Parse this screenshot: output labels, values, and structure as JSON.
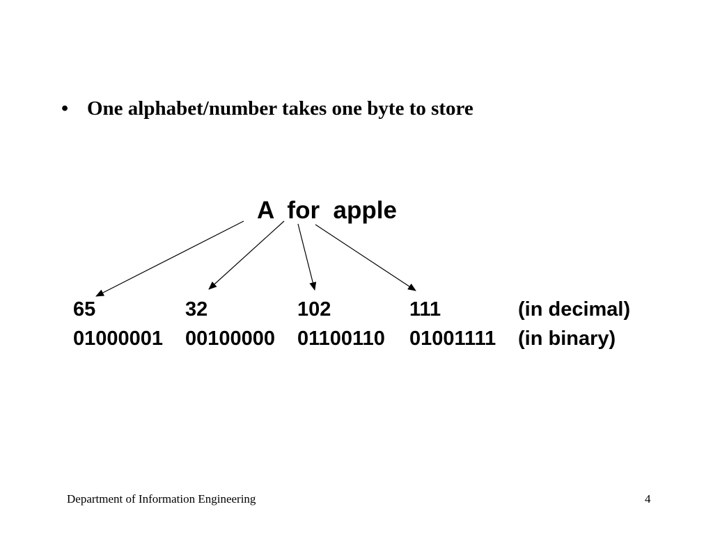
{
  "slide": {
    "bullet_symbol": "•",
    "bullet_text": "One alphabet/number takes one byte to store",
    "phrase": "A  for  apple",
    "decimal_row": {
      "values": [
        "65",
        "32",
        "102",
        "111"
      ],
      "label": "(in decimal)"
    },
    "binary_row": {
      "values": [
        "01000001",
        "00100000",
        "01100110",
        "01001111"
      ],
      "label": "(in binary)"
    },
    "footer": {
      "department": "Department of Information Engineering",
      "page_number": "4"
    }
  }
}
